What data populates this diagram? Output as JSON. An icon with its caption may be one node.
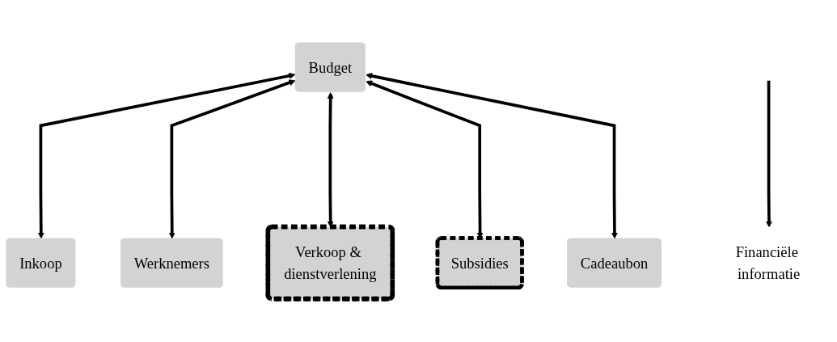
{
  "diagram": {
    "nodes": [
      {
        "text": [
          "Budget"
        ]
      },
      {
        "text": [
          "Inkoop"
        ]
      },
      {
        "text": [
          "Werknemers"
        ]
      },
      {
        "text": [
          "Verkoop & dienstverlening"
        ]
      },
      {
        "text": [
          "Subsidies"
        ]
      },
      {
        "text": [
          "Cadeaubon"
        ]
      },
      {
        "text": [
          "Financiële informatie"
        ]
      }
    ],
    "edges": [
      {
        "from": 0,
        "to": 1,
        "arrow": "both"
      },
      {
        "from": 0,
        "to": 2,
        "arrow": "both"
      },
      {
        "from": 0,
        "to": 3,
        "arrow": "both"
      },
      {
        "from": 0,
        "to": 4,
        "arrow": "both"
      },
      {
        "from": 0,
        "to": 5,
        "arrow": "both"
      },
      {
        "from": null,
        "to": 6,
        "arrow": "to"
      }
    ]
  }
}
